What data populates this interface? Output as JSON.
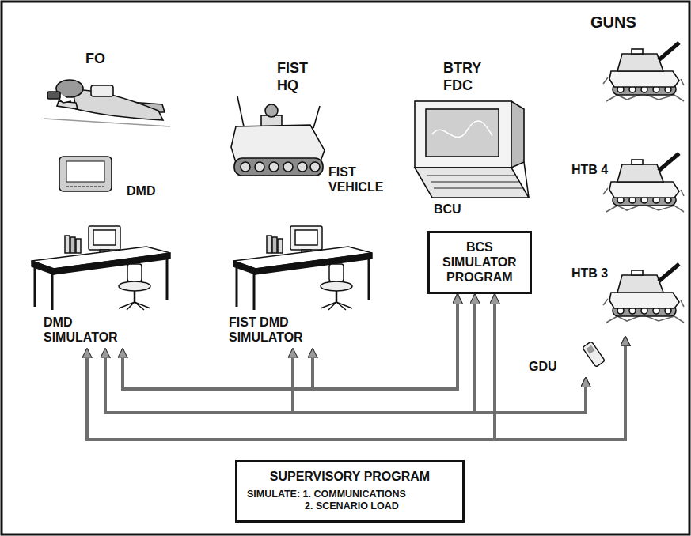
{
  "diagram": {
    "nodes": [
      {
        "text": [
          "GUNS"
        ]
      },
      {
        "text": [
          "DMD SIMULATOR"
        ]
      },
      {
        "text": [
          "FIST DMD SIMULATOR"
        ]
      },
      {
        "text": [
          "BCS SIMULATOR PROGRAM"
        ]
      },
      {
        "text": [
          "GDU"
        ]
      },
      {
        "text": [
          "SUPERVISORY PROGRAM",
          "SIMULATE: 1. COMMUNICATIONS",
          "2. SCENARIO LOAD"
        ]
      }
    ],
    "edges": [
      {
        "from": 1,
        "to": 3,
        "arrow": "both"
      },
      {
        "from": 2,
        "to": 3,
        "arrow": "both"
      },
      {
        "from": 1,
        "to": 4,
        "arrow": "both"
      },
      {
        "from": 2,
        "to": 4,
        "arrow": "both"
      },
      {
        "from": 3,
        "to": 4,
        "arrow": "both"
      },
      {
        "from": 1,
        "to": 0,
        "arrow": "both"
      },
      {
        "from": 3,
        "to": 0,
        "arrow": "both"
      }
    ],
    "labels": [
      "FO",
      "FIST HQ",
      "BTRY FDC",
      "DMD",
      "FIST VEHICLE",
      "HTB 4",
      "BCU",
      "HTB 3"
    ]
  }
}
